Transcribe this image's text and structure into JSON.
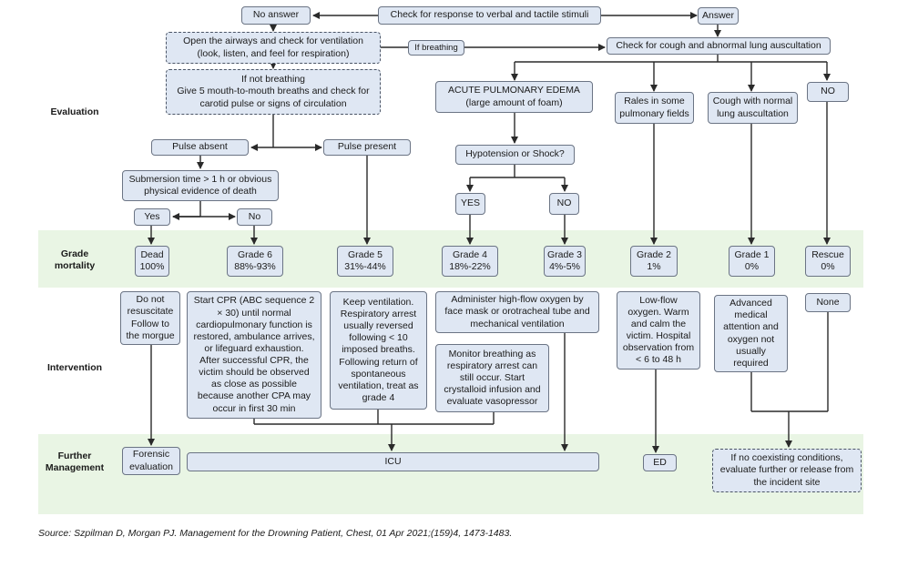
{
  "rows": {
    "evaluation": "Evaluation",
    "grade": "Grade\nmortality",
    "intervention": "Intervention",
    "further": "Further\nManagement"
  },
  "nodes": {
    "no_answer": "No answer",
    "check_response": "Check for response to verbal and tactile stimuli",
    "answer": "Answer",
    "open_airways": "Open the airways and check for ventilation\n(look, listen, and feel for respiration)",
    "if_breathing": "If breathing",
    "check_cough": "Check for cough and abnormal lung auscultation",
    "if_not_breathing": "If not breathing\nGive 5 mouth-to-mouth breaths and check for\ncarotid pulse or signs of circulation",
    "acute_edema": "ACUTE PULMONARY EDEMA\n(large amount of foam)",
    "rales": "Rales in some\npulmonary fields",
    "cough_normal": "Cough with normal\nlung auscultation",
    "no_top": "NO",
    "pulse_absent": "Pulse absent",
    "pulse_present": "Pulse present",
    "hypotension": "Hypotension or Shock?",
    "submersion": "Submersion time > 1 h or obvious\nphysical evidence of death",
    "yes_sub": "Yes",
    "no_sub": "No",
    "yes_shock": "YES",
    "no_shock": "NO",
    "dead": "Dead\n100%",
    "grade6": "Grade 6\n88%-93%",
    "grade5": "Grade 5\n31%-44%",
    "grade4": "Grade 4\n18%-22%",
    "grade3": "Grade 3\n4%-5%",
    "grade2": "Grade 2\n1%",
    "grade1": "Grade 1\n0%",
    "rescue": "Rescue\n0%",
    "do_not_resuscitate": "Do not\nresuscitate\nFollow to\nthe morgue",
    "start_cpr": "Start CPR (ABC sequence 2\n× 30) until normal\ncardiopulmonary function is\nrestored, ambulance arrives,\nor lifeguard exhaustion.\nAfter successful CPR, the\nvictim should be observed\nas close as possible\nbecause another CPA may\noccur in first 30 min",
    "keep_ventilation": "Keep ventilation.\nRespiratory arrest\nusually reversed\nfollowing < 10\nimposed breaths.\nFollowing return of\nspontaneous\nventilation, treat as\ngrade 4",
    "high_flow": "Administer high-flow oxygen by\nface mask or orotracheal tube and\nmechanical ventilation",
    "monitor_breathing": "Monitor breathing as\nrespiratory arrest can\nstill occur. Start\ncrystalloid infusion and\nevaluate vasopressor",
    "low_flow": "Low-flow\noxygen. Warm\nand calm the\nvictim. Hospital\nobservation from\n< 6 to 48 h",
    "advanced": "Advanced\nmedical\nattention and\noxygen not\nusually\nrequired",
    "none": "None",
    "forensic": "Forensic\nevaluation",
    "icu": "ICU",
    "ed": "ED",
    "no_coexisting": "If no coexisting conditions,\nevaluate further or release from\nthe incident site"
  },
  "source": "Source: Szpilman D, Morgan PJ. Management for the Drowning Patient, Chest, 01 Apr 2021;(159)4, 1473-1483.",
  "colors": {
    "band_even": "#ffffff",
    "band_odd": "#e9f5e4",
    "box_fill": "#dfe7f3",
    "box_border": "#6b7484",
    "line": "#2a2a2a"
  }
}
